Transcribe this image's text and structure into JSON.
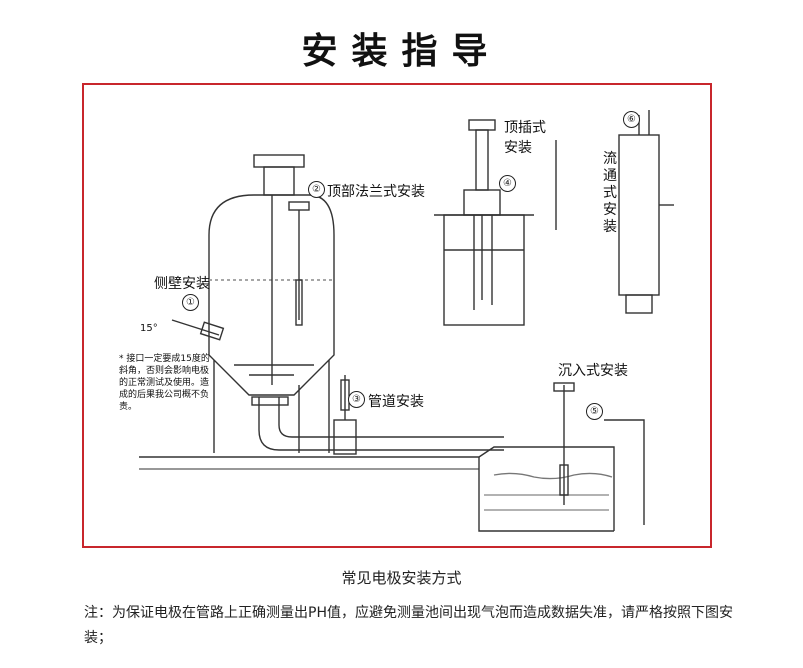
{
  "title": "安装指导",
  "diagram": {
    "labels": {
      "side_wall": "侧壁安装",
      "top_flange": "顶部法兰式安装",
      "pipeline": "管道安装",
      "top_insert": [
        "顶插式",
        "安装"
      ],
      "flow_through": "流通式安装",
      "submerged": "沉入式安装",
      "angle": "15°",
      "warning": "* 接口一定要成15度的斜角，否则会影响电极的正常测试及使用。造成的后果我公司概不负责。"
    },
    "numbers": [
      "①",
      "②",
      "③",
      "④",
      "⑤",
      "⑥"
    ]
  },
  "caption": "常见电极安装方式",
  "footnote": "注：为保证电极在管路上正确测量出PH值，应避免测量池间出现气泡而造成数据失准，请严格按照下图安装；"
}
